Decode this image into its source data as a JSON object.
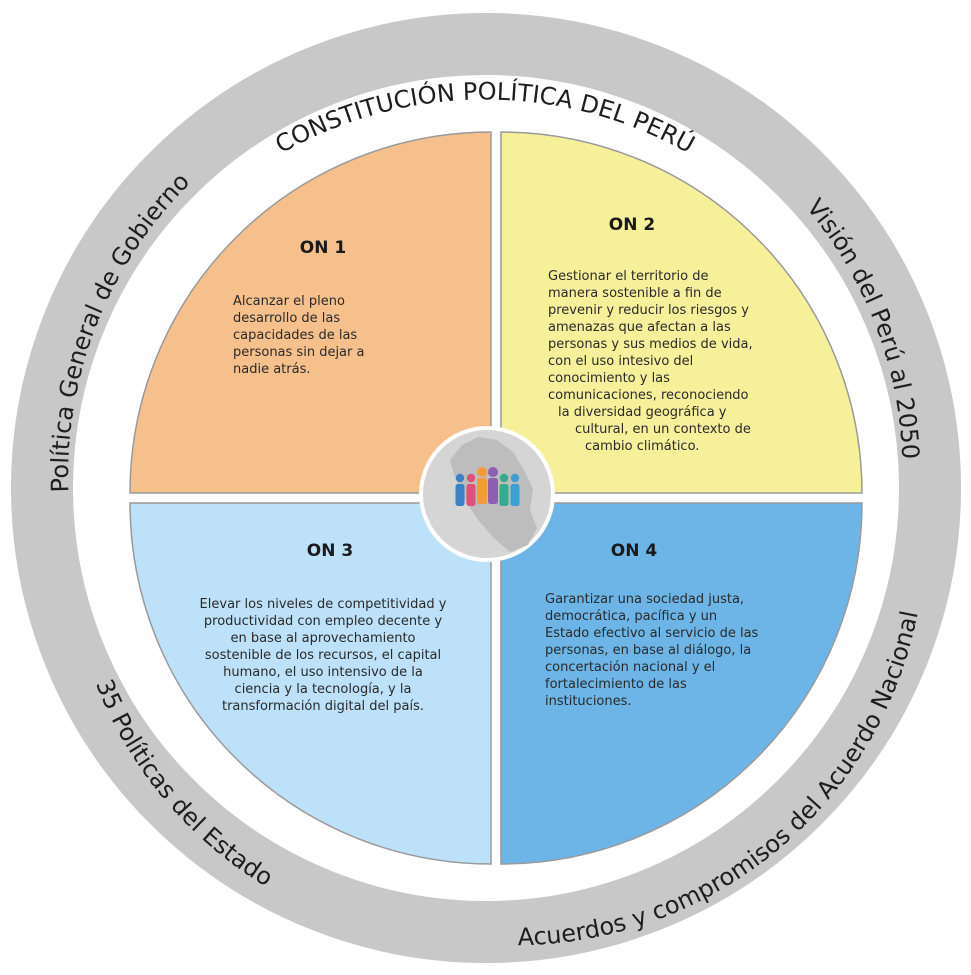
{
  "ring": {
    "top": "CONSTITUCIÓN POLÍTICA DEL PERÚ",
    "left": "Política General de Gobierno",
    "right": "Visión del Perú al 2050",
    "bottom_left": "35 Políticas del Estado",
    "bottom_right": "Acuerdos y compromisos del Acuerdo Nacional"
  },
  "quadrants": [
    {
      "id": "on1",
      "title": "ON 1",
      "color": "#f6c08d",
      "lines": [
        "Alcanzar el pleno",
        "desarrollo de las",
        "capacidades de las",
        "personas sin dejar a",
        "nadie atrás."
      ]
    },
    {
      "id": "on2",
      "title": "ON 2",
      "color": "#f7f09a",
      "lines": [
        "Gestionar el territorio de",
        "manera sostenible a fin de",
        "prevenir y reducir los riesgos y",
        "amenazas que afectan a las",
        "personas y sus medios de vida,",
        "con el uso intesivo del",
        "conocimiento y las",
        "comunicaciones, reconociendo",
        "la diversidad geográfica y",
        "cultural, en un contexto de",
        "cambio climático."
      ]
    },
    {
      "id": "on3",
      "title": "ON 3",
      "color": "#bde1f8",
      "lines": [
        "Elevar los niveles de competitividad y",
        "productividad con empleo decente y",
        "en base al aprovechamiento",
        "sostenible de los recursos, el capital",
        "humano, el uso intensivo de la",
        "ciencia y la tecnología, y la",
        "transformación digital del país."
      ]
    },
    {
      "id": "on4",
      "title": "ON 4",
      "color": "#6db5e6",
      "lines": [
        "Garantizar una sociedad justa,",
        "democrática, pacífica y un",
        "Estado efectivo al servicio de las",
        "personas, en base al diálogo, la",
        "concertación nacional y el",
        "fortalecimiento de las",
        "instituciones."
      ]
    }
  ],
  "colors": {
    "ring": "#c8c8c8",
    "center_badge": "#d5d5d5",
    "map_silhouette": "#bdbdbd",
    "people": [
      "#3b82c4",
      "#e0507a",
      "#f39c34",
      "#8e5fb5",
      "#2eae8c",
      "#3aa0d0"
    ]
  },
  "icons": {
    "center": "peru-map-people-icon"
  }
}
